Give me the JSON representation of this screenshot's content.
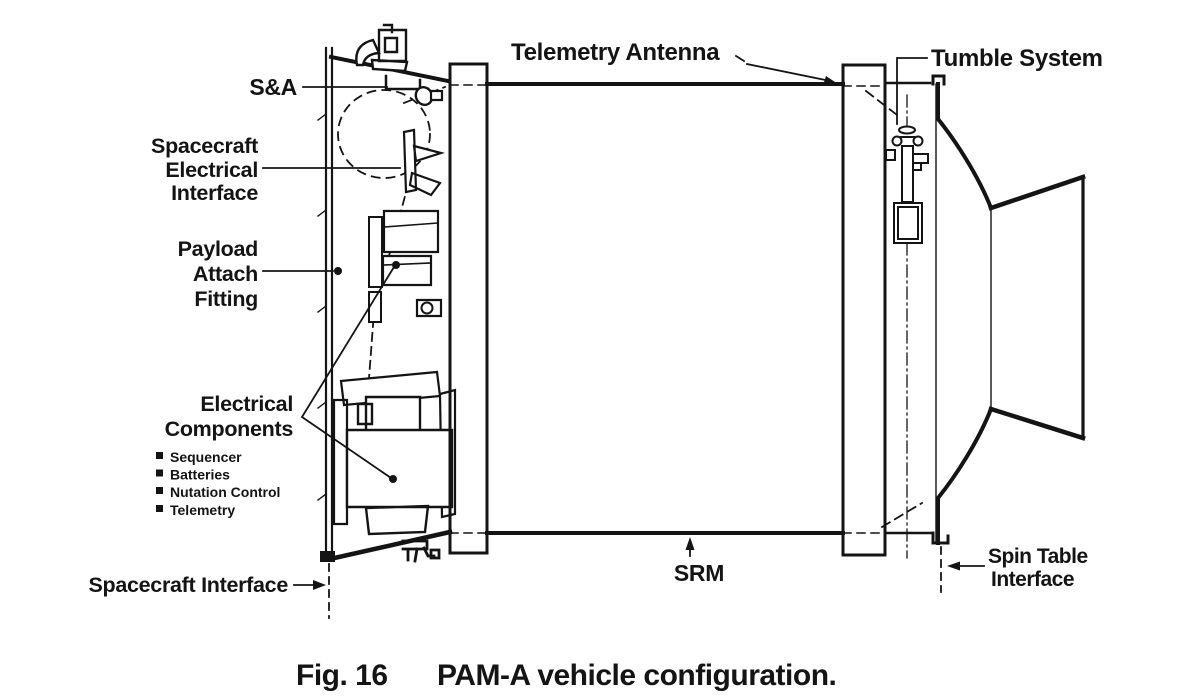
{
  "colors": {
    "ink": "#141414",
    "paper": "#ffffff"
  },
  "figure": {
    "caption_number": "Fig. 16",
    "caption_title": "PAM-A vehicle configuration."
  },
  "labels": {
    "sa": "S&A",
    "spacecraft_electrical_interface": {
      "line1": "Spacecraft",
      "line2": "Electrical",
      "line3": "Interface"
    },
    "payload_attach_fitting": {
      "line1": "Payload",
      "line2": "Attach",
      "line3": "Fitting"
    },
    "electrical_components": {
      "line1": "Electrical",
      "line2": "Components",
      "items": [
        "Sequencer",
        "Batteries",
        "Nutation Control",
        "Telemetry"
      ]
    },
    "spacecraft_interface": "Spacecraft Interface",
    "telemetry_antenna": "Telemetry Antenna",
    "tumble_system": "Tumble System",
    "srm": "SRM",
    "spin_table_interface": {
      "line1": "Spin Table",
      "line2": "Interface"
    }
  }
}
